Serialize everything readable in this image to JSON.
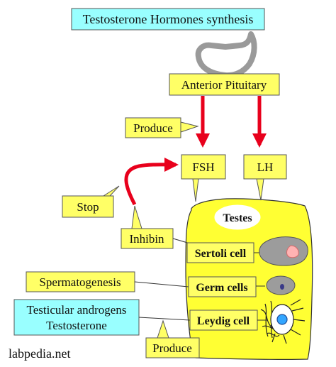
{
  "title": "Testosterone Hormones synthesis",
  "pituitary": "Anterior Pituitary",
  "produce_top": "Produce",
  "fsh": "FSH",
  "lh": "LH",
  "stop": "Stop",
  "inhibin": "Inhibin",
  "testes": "Testes",
  "sertoli": "Sertoli cell",
  "spermatogenesis": "Spermatogenesis",
  "germ": "Germ cells",
  "androgens_line1": "Testicular androgens",
  "androgens_line2": "Testosterone",
  "leydig": "Leydig cell",
  "produce_bottom": "Produce",
  "watermark": "labpedia.net",
  "colors": {
    "title_box": "#99ffff",
    "label_box": "#ffff66",
    "testes_fill": "#ffff33",
    "arrow": "#e8001c",
    "pituitary_outline": "#a0a0a0",
    "cell_gray": "#9c9c9c"
  }
}
